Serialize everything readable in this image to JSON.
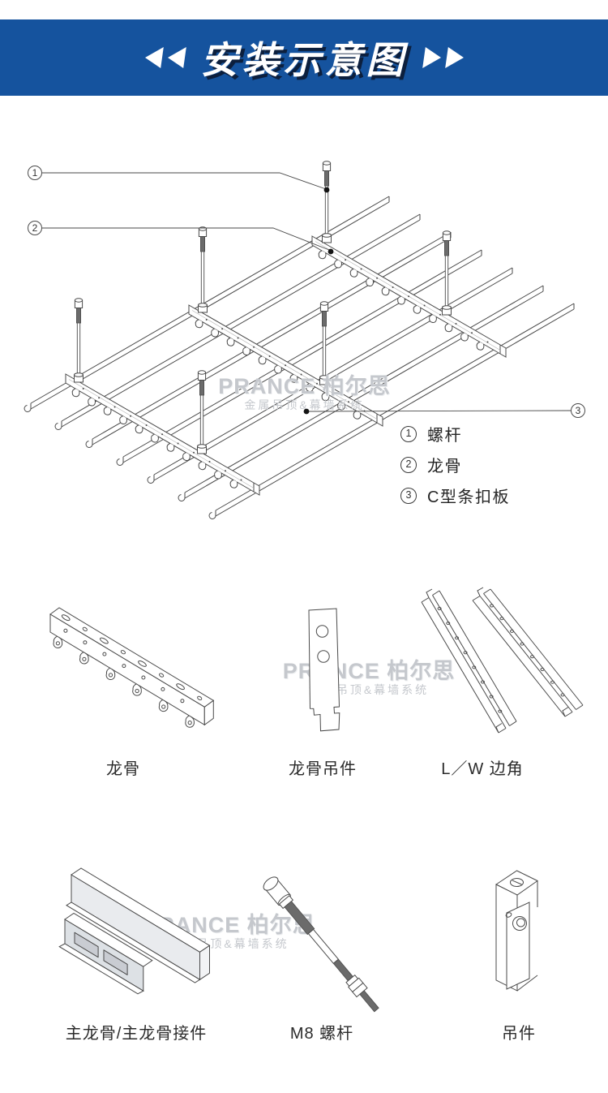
{
  "header": {
    "title": "安装示意图"
  },
  "diagram": {
    "callouts": [
      {
        "num": "1",
        "label": "螺杆"
      },
      {
        "num": "2",
        "label": "龙骨"
      },
      {
        "num": "3",
        "label": "C型条扣板"
      }
    ]
  },
  "watermark": {
    "line1": "PRANCE 柏尔思",
    "line2": "金属吊顶&幕墙系统"
  },
  "components": {
    "row1": [
      {
        "label": "龙骨"
      },
      {
        "label": "龙骨吊件"
      },
      {
        "label": "L／W 边角"
      }
    ],
    "row2": [
      {
        "label": "主龙骨/主龙骨接件"
      },
      {
        "label": "M8 螺杆"
      },
      {
        "label": "吊件"
      }
    ]
  },
  "colors": {
    "banner_blue": "#15539e",
    "line_color": "#4a4a4a",
    "watermark_gray": "#c5c8cd"
  }
}
